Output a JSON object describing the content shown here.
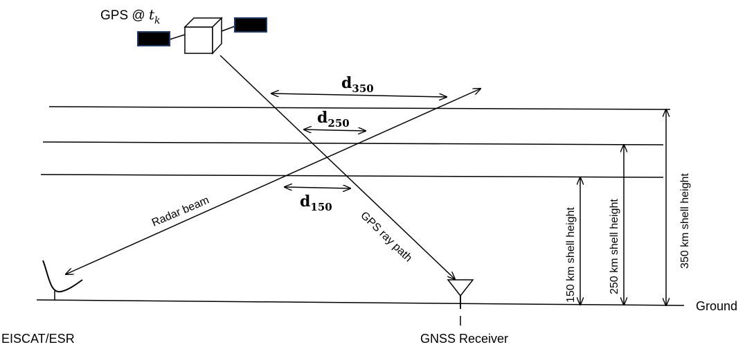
{
  "satellite": {
    "label_prefix": "GPS @ ",
    "label_var": "t",
    "label_sub": "k",
    "icon": "satellite-icon",
    "panel_color": "#000000",
    "panel_border": "#1f3864"
  },
  "distances": [
    {
      "var": "d",
      "sub": "350"
    },
    {
      "var": "d",
      "sub": "250"
    },
    {
      "var": "d",
      "sub": "150"
    }
  ],
  "beams": {
    "radar_label": "Radar beam",
    "gps_label": "GPS ray path"
  },
  "heights": [
    {
      "label": "150 km shell height"
    },
    {
      "label": "250 km shell height"
    },
    {
      "label": "350 km shell height"
    }
  ],
  "ground_label": "Ground",
  "stations": {
    "radar_label": "EISCAT/ESR",
    "radar_icon": "radar-dish-icon",
    "receiver_label": "GNSS Receiver",
    "receiver_icon": "antenna-icon"
  }
}
